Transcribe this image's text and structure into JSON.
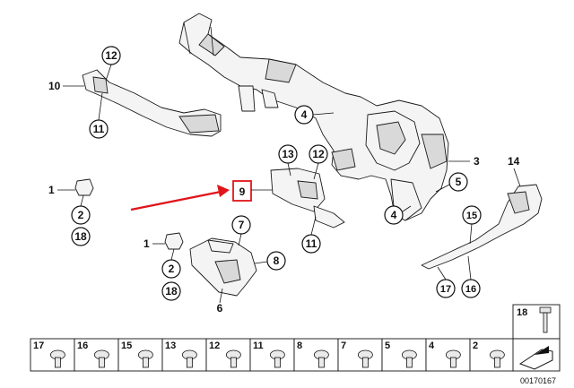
{
  "callouts": {
    "c10": "10",
    "c12a": "12",
    "c11a": "11",
    "c4a": "4",
    "c13": "13",
    "c12b": "12",
    "c3": "3",
    "c14": "14",
    "c1a": "1",
    "c2a": "2",
    "c18a": "18",
    "c9": "9",
    "c7": "7",
    "c11b": "11",
    "c5": "5",
    "c4b": "4",
    "c15a": "15",
    "c1b": "1",
    "c2b": "2",
    "c18b": "18",
    "c8": "8",
    "c6": "6",
    "c17": "17",
    "c16": "16"
  },
  "highlight": {
    "label": "9",
    "color": "#e0141a"
  },
  "small_parts_tray": {
    "items": [
      "17",
      "16",
      "15",
      "13",
      "12",
      "11",
      "8",
      "7",
      "5",
      "4",
      "2"
    ],
    "extra_item": "18"
  },
  "document_id": "00170167"
}
